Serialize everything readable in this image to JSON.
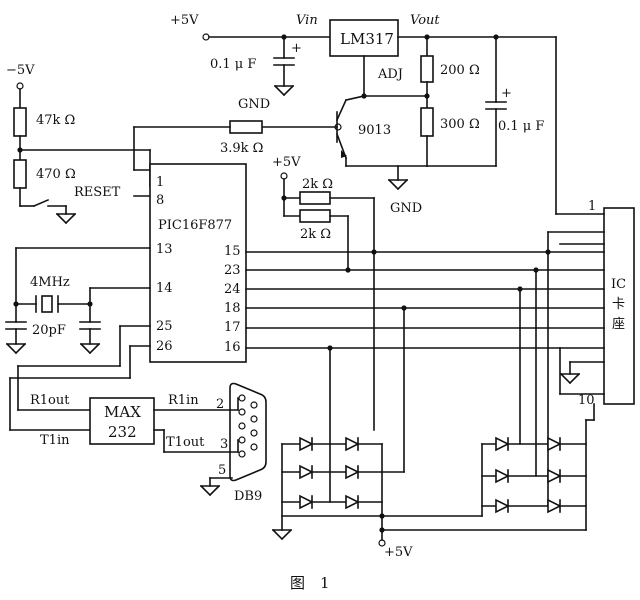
{
  "figure": {
    "caption": "图　1"
  },
  "power": {
    "plus5v": "+5V",
    "minus5v": "−5V",
    "gnd": "GND"
  },
  "regulator": {
    "name": "LM317",
    "vin": "Vin",
    "vout": "Vout",
    "adj": "ADJ",
    "cap_in": "0.1 μ F",
    "cap_out": "0.1 μ F",
    "r1": "200 Ω",
    "r2": "300 Ω",
    "plus": "+"
  },
  "transistor": {
    "name": "9013",
    "base_resistor": "3.9k Ω"
  },
  "reset_circuit": {
    "label": "RESET",
    "r_top": "47k Ω",
    "r_bottom": "470 Ω"
  },
  "pullups": {
    "r1": "2k Ω",
    "r2": "2k Ω"
  },
  "mcu": {
    "name": "PIC16F877",
    "pins_left": [
      "1",
      "8",
      "13",
      "14",
      "25",
      "26"
    ],
    "pins_right": [
      "15",
      "23",
      "24",
      "18",
      "17",
      "16"
    ]
  },
  "crystal": {
    "freq": "4MHz",
    "cap": "20pF"
  },
  "max232": {
    "name_line1": "MAX",
    "name_line2": "232",
    "r1out": "R1out",
    "t1in": "T1in",
    "r1in": "R1in",
    "t1out": "T1out"
  },
  "db9": {
    "name": "DB9",
    "pin2": "2",
    "pin3": "3",
    "pin5": "5"
  },
  "ic_socket": {
    "line1": "IC",
    "line2": "卡",
    "line3": "座",
    "pin1": "1",
    "pin10": "10"
  }
}
